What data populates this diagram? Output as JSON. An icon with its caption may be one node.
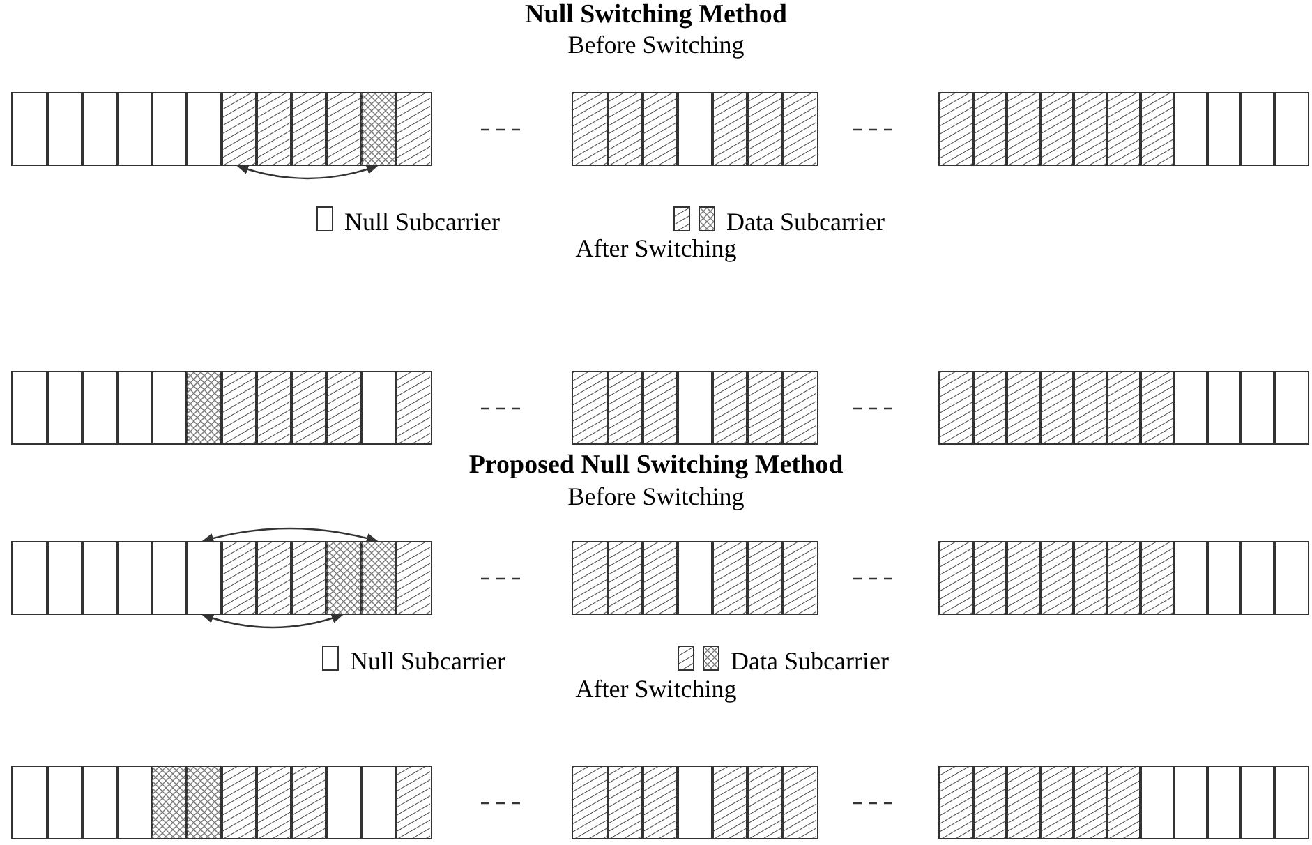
{
  "diagram": {
    "title": "Null Switching Method",
    "nodes": [
      {
        "text": [],
        "shape": "box"
      },
      {
        "text": [],
        "shape": "box"
      },
      {
        "text": [],
        "shape": "box"
      },
      {
        "text": [],
        "shape": "box"
      },
      {
        "text": [],
        "shape": "box"
      }
    ],
    "edges": [
      {
        "from": 0,
        "to": 1,
        "arrow": "both"
      },
      {
        "from": 2,
        "to": 4,
        "arrow": "both"
      },
      {
        "from": 2,
        "to": 3,
        "arrow": "both"
      }
    ],
    "labels": [
      "Before Switching",
      "After Switching",
      "Proposed Null Switching Method",
      "Before Switching",
      "After Switching"
    ],
    "legend": [
      {
        "text": "Null Subcarrier"
      },
      {
        "text": "Data Subcarrier"
      },
      {
        "text": "Null Subcarrier"
      },
      {
        "text": "Data Subcarrier"
      }
    ]
  }
}
